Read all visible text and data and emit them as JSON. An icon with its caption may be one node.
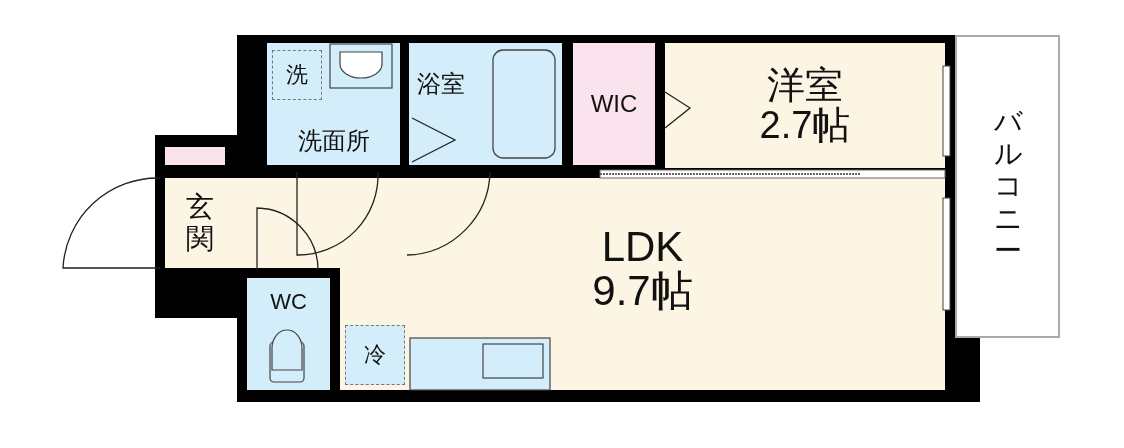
{
  "diagram": {
    "nodes": [
      {
        "text": [
          "洗面所"
        ]
      },
      {
        "text": [
          "洗"
        ],
        "in": 0
      },
      {
        "text": [
          "浴室"
        ]
      },
      {
        "text": [
          "WIC"
        ]
      },
      {
        "text": [
          "洋室",
          "2.7帖"
        ]
      },
      {
        "text": [
          "バルコニー"
        ]
      },
      {
        "text": [
          "玄関"
        ]
      },
      {
        "text": [
          "LDK",
          "9.7帖"
        ]
      },
      {
        "text": [
          "冷"
        ],
        "in": 7
      },
      {
        "text": [
          "WC"
        ]
      }
    ]
  }
}
